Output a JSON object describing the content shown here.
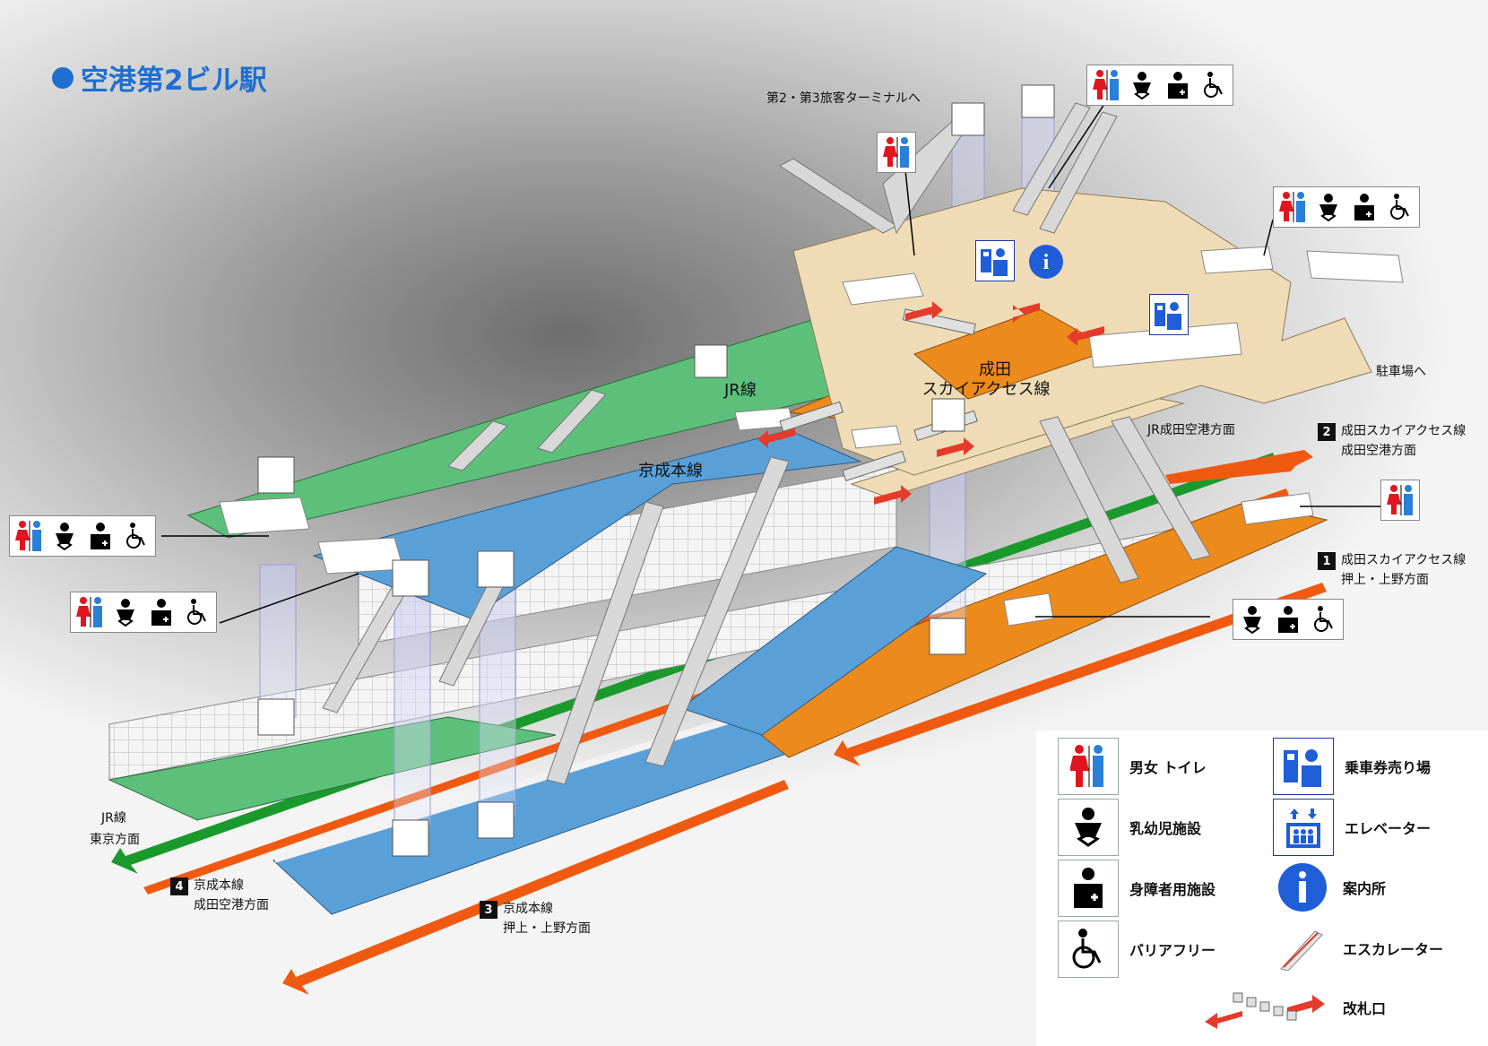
{
  "title": "空港第2ビル駅",
  "labels": {
    "to_terminal": "第2・第3旅客ターミナルへ",
    "to_parking": "駐車場へ",
    "jr_line": "JR線",
    "skyaccess_1": "成田",
    "skyaccess_2": "スカイアクセス線",
    "keisei_main": "京成本線",
    "jr_airport_dir": "JR成田空港方面",
    "jr_tokyo_1": "JR線",
    "jr_tokyo_2": "東京方面"
  },
  "platforms": [
    {
      "num": "2",
      "line": "成田スカイアクセス線",
      "dir": "成田空港方面"
    },
    {
      "num": "1",
      "line": "成田スカイアクセス線",
      "dir": "押上・上野方面"
    },
    {
      "num": "4",
      "line": "京成本線",
      "dir": "成田空港方面"
    },
    {
      "num": "3",
      "line": "京成本線",
      "dir": "押上・上野方面"
    }
  ],
  "legend": [
    {
      "icon": "restroom-icon",
      "label": "男女 トイレ"
    },
    {
      "icon": "ticket-machine-icon",
      "label": "乗車券売り場"
    },
    {
      "icon": "nursery-icon",
      "label": "乳幼児施設"
    },
    {
      "icon": "elevator-icon",
      "label": "エレベーター"
    },
    {
      "icon": "accessible-toilet-icon",
      "label": "身障者用施設"
    },
    {
      "icon": "information-icon",
      "label": "案内所"
    },
    {
      "icon": "wheelchair-icon",
      "label": "バリアフリー"
    },
    {
      "icon": "escalator-icon",
      "label": "エスカレーター"
    },
    {
      "icon": "ticket-gate-icon",
      "label": "改札口"
    }
  ],
  "colors": {
    "jr_green": "#5cc07a",
    "keisei_blue": "#5aa0d8",
    "skyaccess_orange": "#ec8a1c",
    "concourse_beige": "#efdcb6",
    "male_blue": "#2a7fd8",
    "female_red": "#e0151e",
    "title_blue": "#1e6fd0"
  }
}
